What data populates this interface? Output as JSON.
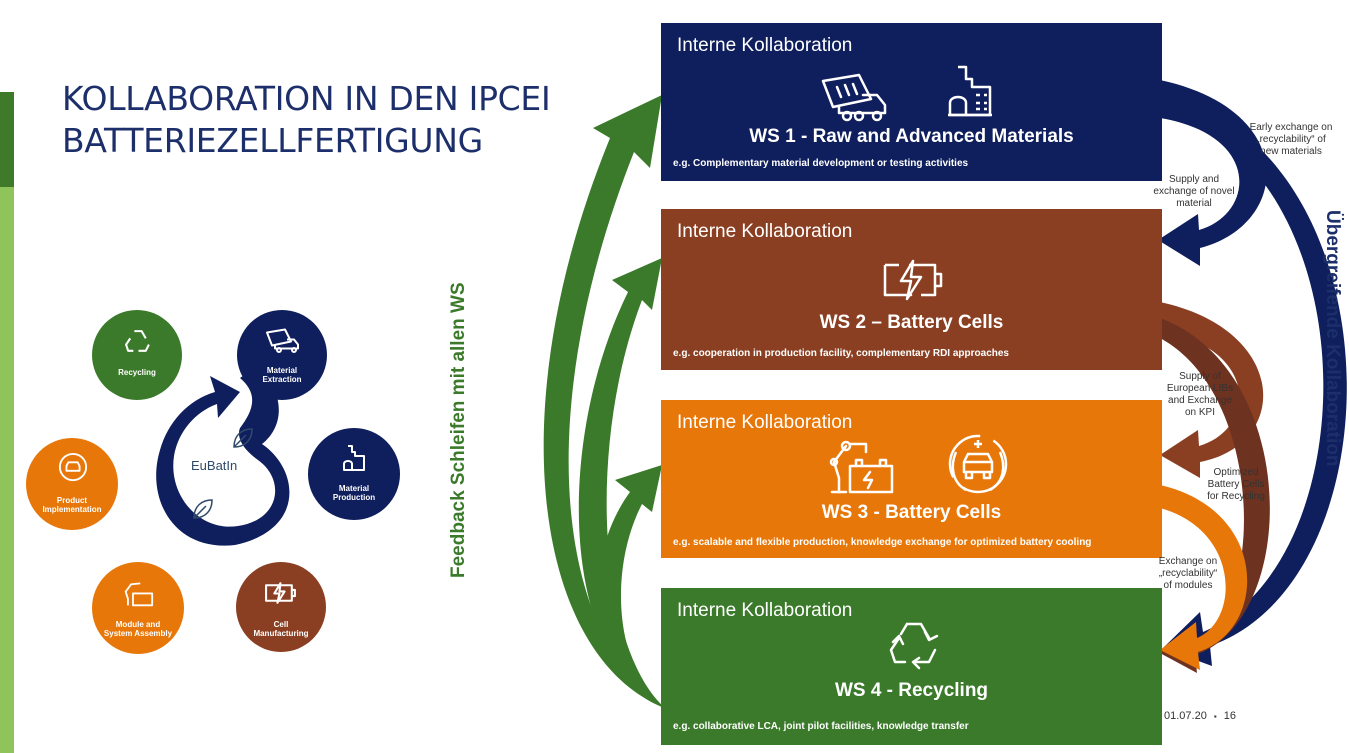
{
  "title": {
    "line1": "KOLLABORATION IN DEN IPCEI",
    "line2": "BATTERIEZELLFERTIGUNG"
  },
  "feedback_label": "Feedback Schleifen mit allen WS",
  "overarching_label": "Übergreifende Kollaboration",
  "workstreams": [
    {
      "header": "Interne Kollaboration",
      "name": "WS 1 - Raw and Advanced Materials",
      "description": "e.g. Complementary material development or testing activities",
      "color": "#0f1e5c"
    },
    {
      "header": "Interne Kollaboration",
      "name": "WS 2 – Battery Cells",
      "description": "e.g. cooperation in production facility, complementary RDI approaches",
      "color": "#8b3f22"
    },
    {
      "header": "Interne Kollaboration",
      "name": "WS 3 - Battery Cells",
      "description": "e.g. scalable and flexible production, knowledge exchange for optimized battery cooling",
      "color": "#e8770a"
    },
    {
      "header": "Interne Kollaboration",
      "name": "WS 4 - Recycling",
      "description": "e.g. collaborative LCA, joint pilot facilities, knowledge transfer",
      "color": "#3b7a2a"
    }
  ],
  "annotations": {
    "early_exchange": [
      "Early exchange on",
      "„recyclability“ of",
      "new materials"
    ],
    "supply_novel": [
      "Supply and",
      "exchange of novel",
      "material"
    ],
    "supply_libs": [
      "Supply of",
      "European LIBs",
      "and Exchange",
      "on KPI"
    ],
    "optimized": [
      "Optimized",
      "Battery Cells",
      "for Recycling"
    ],
    "exchange_modules": [
      "Exchange on",
      "„recyclability“",
      "of modules"
    ]
  },
  "cycle": {
    "center_label": "EuBatIn",
    "stages": [
      {
        "label": [
          "Material",
          "Extraction"
        ],
        "color": "#0f1e5c"
      },
      {
        "label": [
          "Material",
          "Production"
        ],
        "color": "#0f1e5c"
      },
      {
        "label": [
          "Cell",
          "Manufacturing"
        ],
        "color": "#8b3f22"
      },
      {
        "label": [
          "Module and",
          "System Assembly"
        ],
        "color": "#e8770a"
      },
      {
        "label": [
          "Product",
          "Implementation"
        ],
        "color": "#e8770a"
      },
      {
        "label": [
          "Recycling"
        ],
        "color": "#3b7a2a"
      }
    ]
  },
  "footer": {
    "date": "01.07.20",
    "separator": "▪",
    "page": "16"
  },
  "colors": {
    "navy": "#0f1e5c",
    "brown": "#8b3f22",
    "orange": "#e8770a",
    "green": "#3b7a2a",
    "feedback_green": "#3a7a2a",
    "overarching_blue": "#1c2f6b"
  }
}
